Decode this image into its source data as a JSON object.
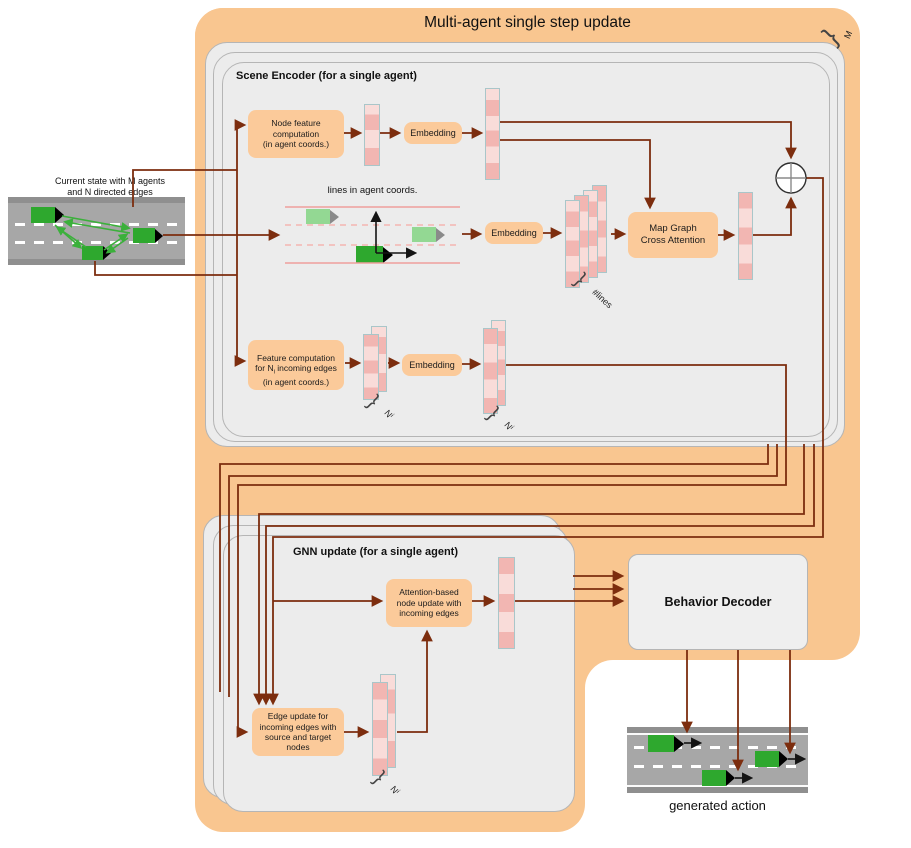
{
  "title": "Multi-agent single step update",
  "m_label": "M",
  "icons": {
    "brace": "}"
  },
  "current_state": {
    "caption": "Current state with M agents\nand N directed edges"
  },
  "scene_encoder": {
    "title": "Scene Encoder (for a single agent)",
    "node_feature_box": "Node feature\ncomputation\n(in agent coords.)",
    "embedding_node": "Embedding",
    "lines_caption": "lines in agent coords.",
    "embedding_lines": "Embedding",
    "map_graph_box": "Map Graph\nCross Attention",
    "lines_count": "#lines",
    "edge_feature_pre": "Feature computation\nfor N",
    "edge_feature_sub": "i",
    "edge_feature_post": " incoming edges\n(in agent coords.)",
    "embedding_edges": "Embedding",
    "n_label": "N",
    "n_sub": "i"
  },
  "gnn": {
    "title": "GNN update (for a single agent)",
    "attention_box": "Attention-based\nnode update with\nincoming edges",
    "edge_update_box": "Edge update for\nincoming edges with\nsource and target\nnodes",
    "n_label": "N",
    "n_sub": "i"
  },
  "decoder": {
    "label": "Behavior Decoder"
  },
  "generated": {
    "caption": "generated action"
  },
  "colors": {
    "container_orange": "#f9c690",
    "process_box_orange": "#fbca9a",
    "panel_gray": "#ececec",
    "connector_brown": "#7c2d0e",
    "vector_pink_light": "#f9dcd9",
    "vector_pink_dark": "#f2b6b2",
    "agent_green": "#2ea82e",
    "agent_green_light": "#93d893",
    "lane_pink": "#ee9e9b",
    "road_gray": "#a7a7a7"
  }
}
